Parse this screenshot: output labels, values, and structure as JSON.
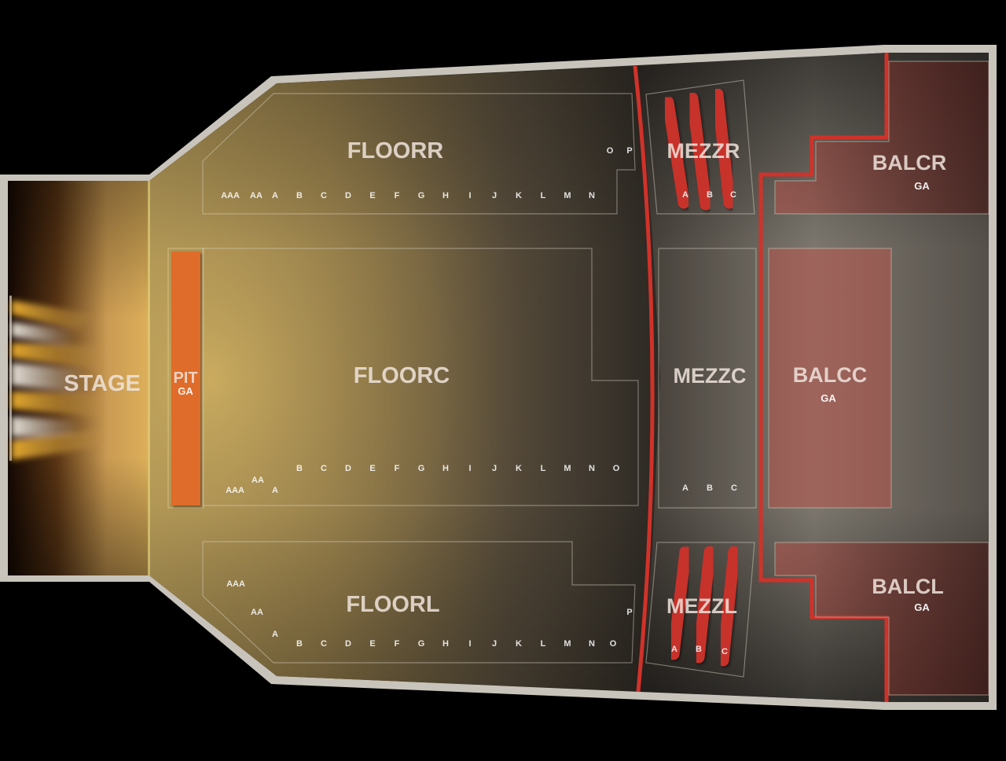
{
  "venue": {
    "stage_label": "STAGE",
    "colors": {
      "frame": "#c9c6bd",
      "floor_warm": "#b39a5a",
      "floor_dark": "#3b342b",
      "upper_floor": "#7b756c",
      "floor_row_front": "#e8661f",
      "floor_row_back": "#8a1f16",
      "mezz_row": "#c7302a",
      "balc_row": "#cf3328",
      "balc_fill": "rgba(208,90,80,0.45)",
      "mezz_divider": "#d0322a"
    }
  },
  "sections": {
    "pit": {
      "name": "PIT",
      "sub": "GA"
    },
    "floorr": {
      "name": "FLOORR",
      "rows": [
        "AAA",
        "AA",
        "A",
        "B",
        "C",
        "D",
        "E",
        "F",
        "G",
        "H",
        "I",
        "J",
        "K",
        "L",
        "M",
        "N",
        "O",
        "P"
      ]
    },
    "floorc": {
      "name": "FLOORC",
      "rows": [
        "AAA",
        "AA",
        "A",
        "B",
        "C",
        "D",
        "E",
        "F",
        "G",
        "H",
        "I",
        "J",
        "K",
        "L",
        "M",
        "N",
        "O"
      ]
    },
    "floorl": {
      "name": "FLOORL",
      "rows": [
        "AAA",
        "AA",
        "A",
        "B",
        "C",
        "D",
        "E",
        "F",
        "G",
        "H",
        "I",
        "J",
        "K",
        "L",
        "M",
        "N",
        "O",
        "P"
      ]
    },
    "mezzr": {
      "name": "MEZZR",
      "rows": [
        "A",
        "B",
        "C"
      ]
    },
    "mezzc": {
      "name": "MEZZC",
      "rows": [
        "A",
        "B",
        "C"
      ]
    },
    "mezzl": {
      "name": "MEZZL",
      "rows": [
        "A",
        "B",
        "C"
      ]
    },
    "balcr": {
      "name": "BALCR",
      "sub": "GA"
    },
    "balcc": {
      "name": "BALCC",
      "sub": "GA"
    },
    "balcl": {
      "name": "BALCL",
      "sub": "GA"
    }
  }
}
